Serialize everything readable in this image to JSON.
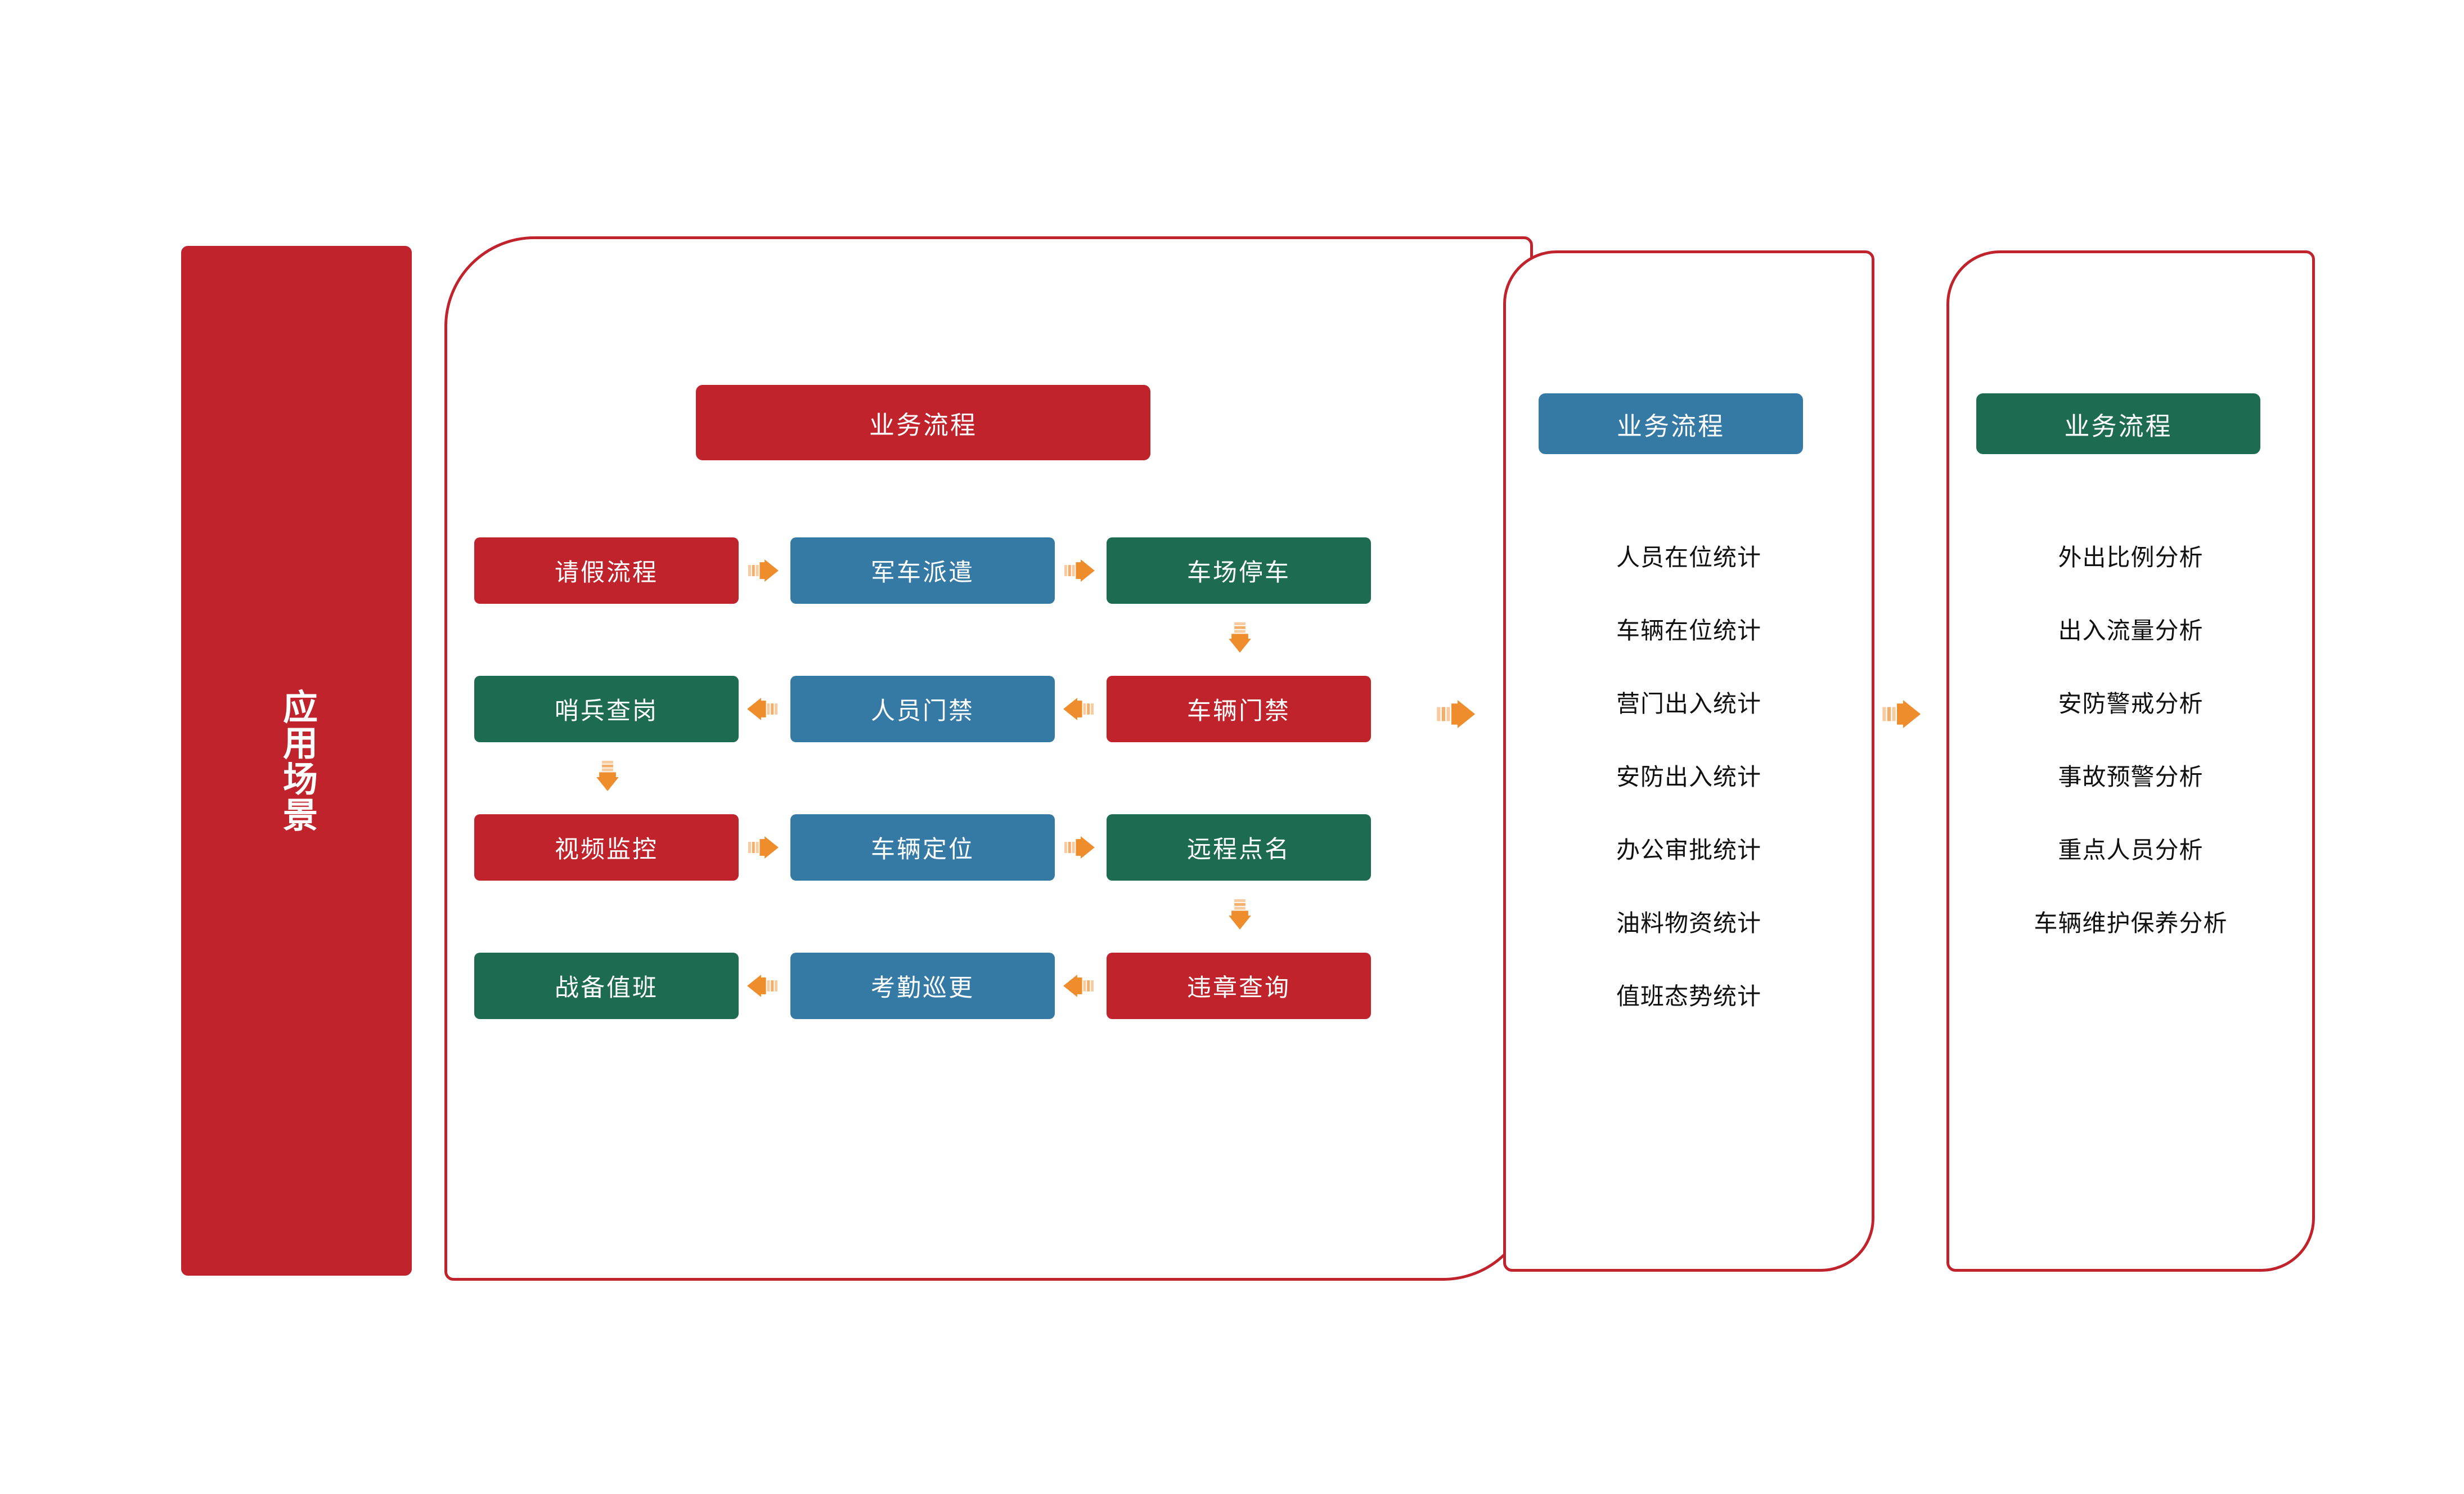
{
  "colors": {
    "red": "#c0232c",
    "blue": "#3579a5",
    "green": "#1d6b51",
    "orange": "#ef8c2b",
    "text": "#111111",
    "white": "#ffffff"
  },
  "banner": {
    "label": "应用场景"
  },
  "process_panel": {
    "header": "业务流程",
    "rows": [
      {
        "direction": "right",
        "nodes": [
          {
            "label": "请假流程",
            "color": "red"
          },
          {
            "label": "军车派遣",
            "color": "blue"
          },
          {
            "label": "车场停车",
            "color": "green"
          }
        ]
      },
      {
        "direction": "left",
        "nodes": [
          {
            "label": "哨兵查岗",
            "color": "green"
          },
          {
            "label": "人员门禁",
            "color": "blue"
          },
          {
            "label": "车辆门禁",
            "color": "red"
          }
        ]
      },
      {
        "direction": "right",
        "nodes": [
          {
            "label": "视频监控",
            "color": "red"
          },
          {
            "label": "车辆定位",
            "color": "blue"
          },
          {
            "label": "远程点名",
            "color": "green"
          }
        ]
      },
      {
        "direction": "left",
        "nodes": [
          {
            "label": "战备值班",
            "color": "green"
          },
          {
            "label": "考勤巡更",
            "color": "blue"
          },
          {
            "label": "违章查询",
            "color": "red"
          }
        ]
      }
    ]
  },
  "statistics_panel": {
    "header": "业务流程",
    "items": [
      "人员在位统计",
      "车辆在位统计",
      "营门出入统计",
      "安防出入统计",
      "办公审批统计",
      "油料物资统计",
      "值班态势统计"
    ]
  },
  "analysis_panel": {
    "header": "业务流程",
    "items": [
      "外出比例分析",
      "出入流量分析",
      "安防警戒分析",
      "事故预警分析",
      "重点人员分析",
      "车辆维护保养分析"
    ]
  },
  "icons": {
    "arrow_right": "arrow-right-striped-icon",
    "arrow_left": "arrow-left-striped-icon",
    "arrow_down": "arrow-down-striped-icon"
  }
}
